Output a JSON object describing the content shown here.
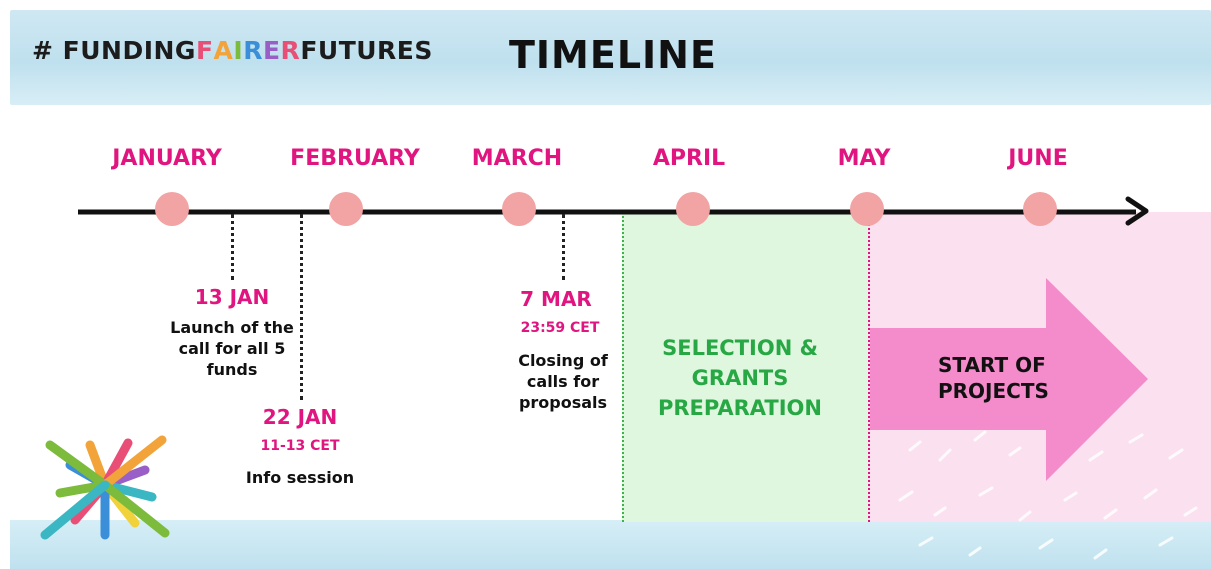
{
  "header": {
    "hashtag_parts": [
      {
        "text": "# FUNDING",
        "color": "#1c1c1c"
      },
      {
        "text": "F",
        "color": "#e94e77"
      },
      {
        "text": "A",
        "color": "#f2a33a"
      },
      {
        "text": "I",
        "color": "#7cbb3b"
      },
      {
        "text": "R",
        "color": "#3a8fd8"
      },
      {
        "text": "E",
        "color": "#9a5fc6"
      },
      {
        "text": "R",
        "color": "#e94e77"
      },
      {
        "text": "FUTURES",
        "color": "#1c1c1c"
      }
    ],
    "title": "TIMELINE"
  },
  "months": [
    "JANUARY",
    "FEBRUARY",
    "MARCH",
    "APRIL",
    "MAY",
    "JUNE"
  ],
  "events": [
    {
      "date": "13 JAN",
      "time": "",
      "description": [
        "Launch of the",
        "call for all 5",
        "funds"
      ]
    },
    {
      "date": "22 JAN",
      "time": "11-13 CET",
      "description": [
        "Info session"
      ]
    },
    {
      "date": "7 MAR",
      "time": "23:59 CET",
      "description": [
        "Closing of",
        "calls for",
        "proposals"
      ]
    }
  ],
  "phases": {
    "selection": [
      "SELECTION &",
      "GRANTS",
      "PREPARATION"
    ],
    "start": [
      "START OF",
      "PROJECTS"
    ]
  },
  "colors": {
    "accent_magenta": "#e0157f",
    "accent_green": "#27a844",
    "node": "#f2a3a3",
    "axis": "#111111",
    "selection_fill": "#dff6df",
    "selection_border": "#3cb44b",
    "start_fill": "#fbe0ef",
    "start_arrow": "#f48ccb",
    "start_border": "#e0157f"
  }
}
